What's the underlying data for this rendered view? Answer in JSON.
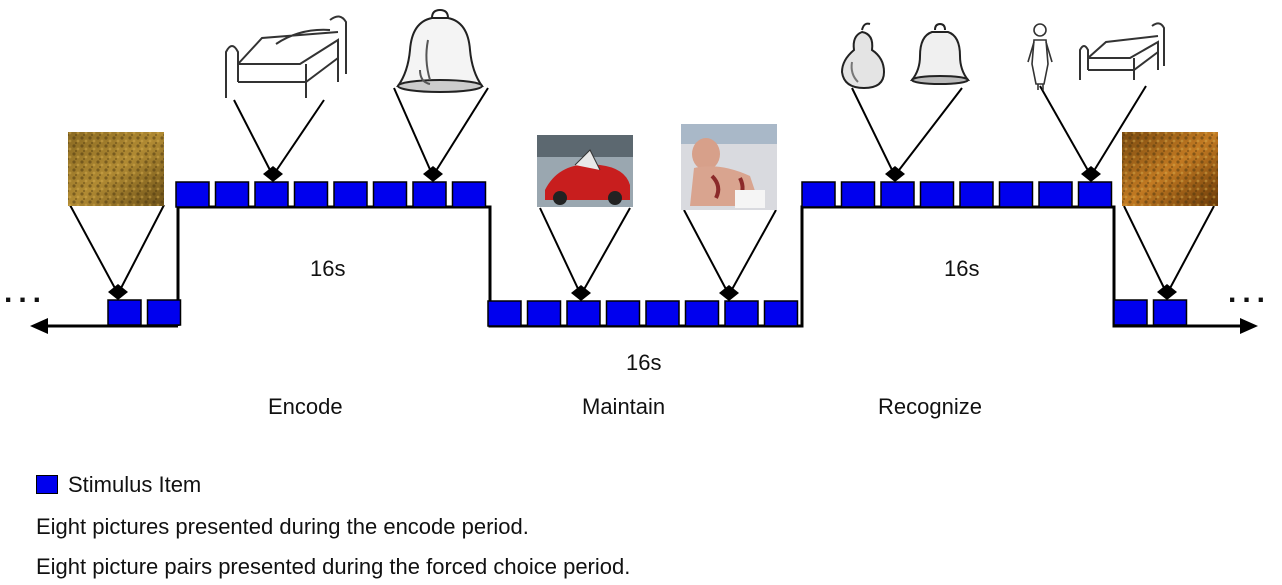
{
  "colors": {
    "stimulus": "#0000ee",
    "line": "#000000"
  },
  "labels": {
    "encode_duration": "16s",
    "maintain_duration": "16s",
    "recognize_duration": "16s",
    "encode": "Encode",
    "maintain": "Maintain",
    "recognize": "Recognize",
    "ellipsis_left": "...",
    "ellipsis_right": "..."
  },
  "legend": {
    "item": "Stimulus Item",
    "note1": "Eight pictures presented during the encode period.",
    "note2": "Eight picture pairs presented during the forced choice period."
  },
  "pictures": {
    "baseline_left": "texture-image",
    "encode": [
      "bed-drawing",
      "bell-drawing"
    ],
    "maintain": [
      "car-crash-photo",
      "injured-child-photo"
    ],
    "recognize": [
      "pear-drawing",
      "bell-drawing",
      "woman-drawing",
      "bed-drawing"
    ],
    "baseline_right": "texture-image"
  }
}
